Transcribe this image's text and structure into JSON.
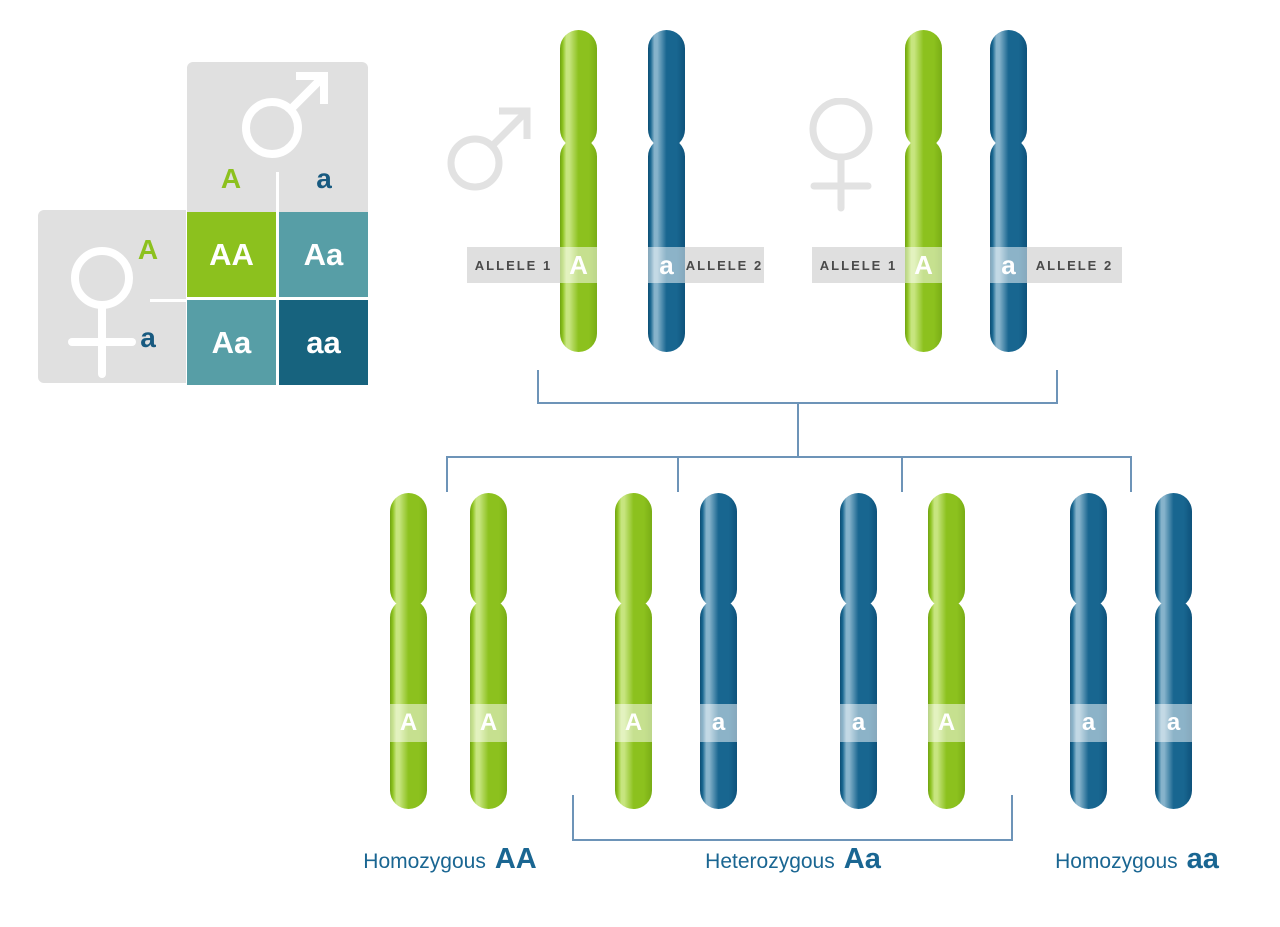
{
  "punnett": {
    "col_headers": [
      {
        "label": "A"
      },
      {
        "label": "a"
      }
    ],
    "row_headers": [
      {
        "label": "A"
      },
      {
        "label": "a"
      }
    ],
    "cells": [
      {
        "label": "AA",
        "variant": "green"
      },
      {
        "label": "Aa",
        "variant": "teal"
      },
      {
        "label": "Aa",
        "variant": "teal"
      },
      {
        "label": "aa",
        "variant": "navy"
      }
    ],
    "male_icon": "male-symbol",
    "female_icon": "female-symbol"
  },
  "parents": {
    "male": {
      "icon": "male-symbol",
      "allele1_label": "ALLELE 1",
      "allele2_label": "ALLELE 2",
      "chromosomes": [
        {
          "allele": "A",
          "color": "green"
        },
        {
          "allele": "a",
          "color": "blue"
        }
      ]
    },
    "female": {
      "icon": "female-symbol",
      "allele1_label": "ALLELE 1",
      "allele2_label": "ALLELE 2",
      "chromosomes": [
        {
          "allele": "A",
          "color": "green"
        },
        {
          "allele": "a",
          "color": "blue"
        }
      ]
    }
  },
  "offspring": {
    "groups": [
      {
        "genotype": "AA",
        "chromosomes": [
          {
            "allele": "A",
            "color": "green"
          },
          {
            "allele": "A",
            "color": "green"
          }
        ]
      },
      {
        "genotype": "Aa",
        "chromosomes": [
          {
            "allele": "A",
            "color": "green"
          },
          {
            "allele": "a",
            "color": "blue"
          }
        ]
      },
      {
        "genotype": "aA",
        "chromosomes": [
          {
            "allele": "a",
            "color": "blue"
          },
          {
            "allele": "A",
            "color": "green"
          }
        ]
      },
      {
        "genotype": "aa",
        "chromosomes": [
          {
            "allele": "a",
            "color": "blue"
          },
          {
            "allele": "a",
            "color": "blue"
          }
        ]
      }
    ]
  },
  "result_labels": [
    {
      "prefix": "Homozygous",
      "genotype": "AA"
    },
    {
      "prefix": "Heterozygous",
      "genotype": "Aa"
    },
    {
      "prefix": "Homozygous",
      "genotype": "aa"
    }
  ],
  "colors": {
    "green": "#8cc11e",
    "green_highlight": "#c7e57f",
    "green_dark": "#6fa212",
    "blue": "#186690",
    "blue_highlight": "#86b3cb",
    "blue_dark": "#0d4d72",
    "teal_cell": "#579ea6",
    "navy_cell": "#17637e",
    "header_a_blue": "#185a80",
    "box_gray": "#e0e0e0",
    "symbol_gray": "#e2e2e2",
    "band_gray": "#dfdfdf",
    "band_text": "#4a4a4a",
    "connector": "#6d94b8",
    "label_text": "#1a6692"
  }
}
